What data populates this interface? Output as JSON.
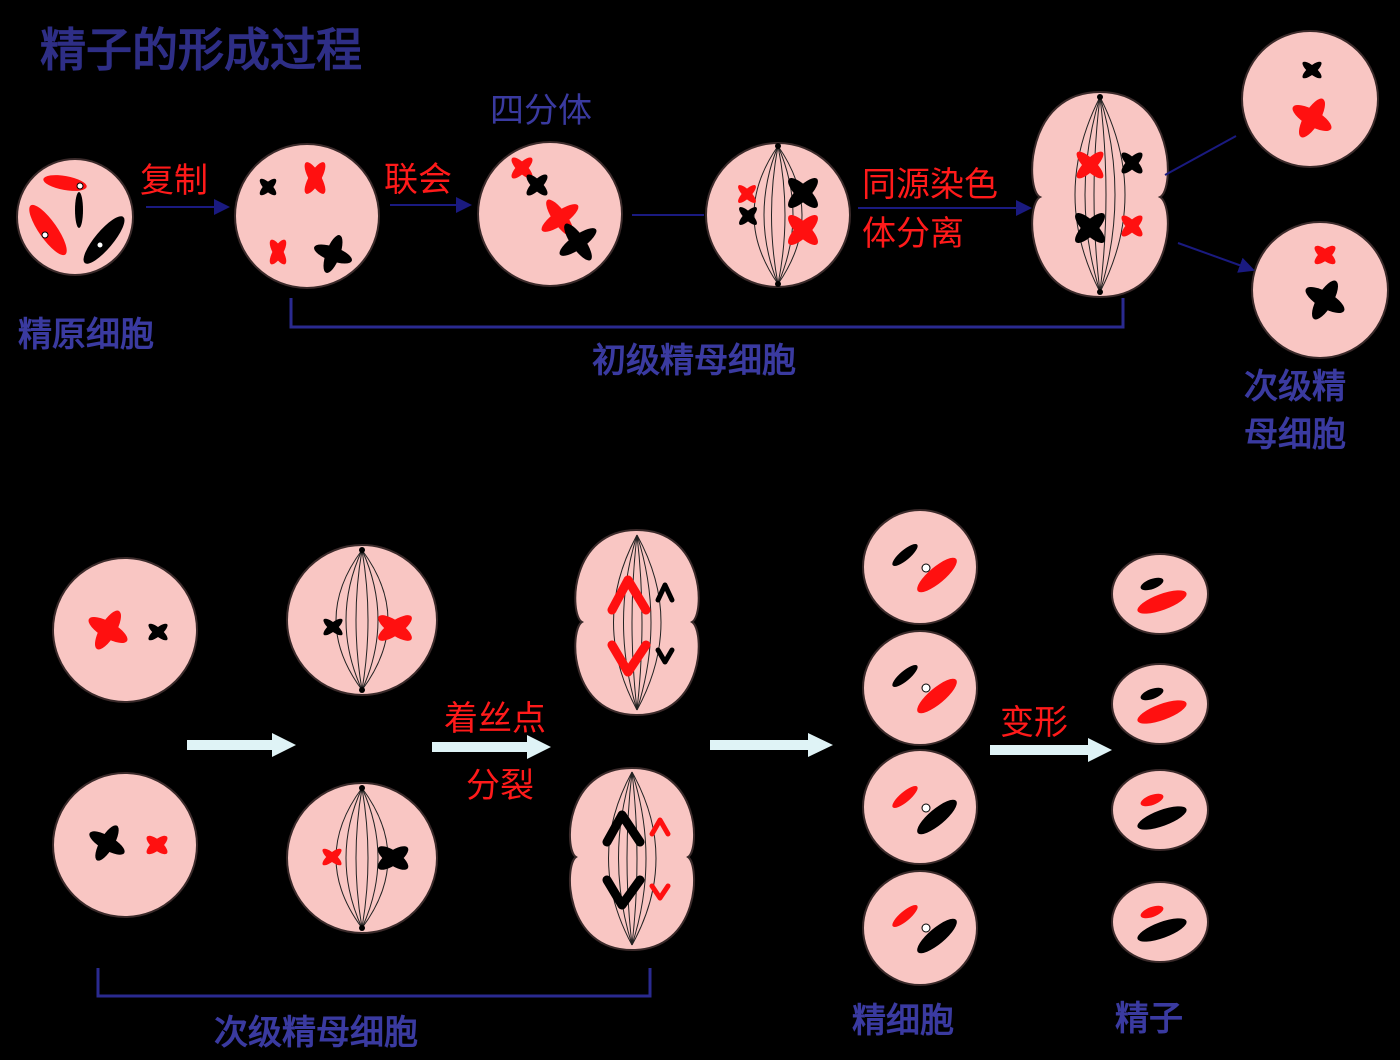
{
  "title": "精子的形成过程",
  "labels": {
    "tetrad": "四分体",
    "replication": "复制",
    "synapsis": "联会",
    "homolog_sep_1": "同源染色",
    "homolog_sep_2": "体分离",
    "spermatogonium": "精原细胞",
    "primary_spermatocyte": "初级精母细胞",
    "secondary_1": "次级精",
    "secondary_2": "母细胞",
    "centromere_1": "着丝点",
    "centromere_2": "分裂",
    "transform": "变形",
    "secondary_bottom": "次级精母细胞",
    "spermatid": "精细胞",
    "sperm": "精子"
  },
  "colors": {
    "background": "#000000",
    "cell_fill": "#f9c6c3",
    "heading": "#2e2e86",
    "blue_label": "#3a3aa0",
    "red_label": "#ff1a1a",
    "chromosome_red": "#ff1010",
    "chromosome_black": "#000000",
    "arrow_fill": "#dff3f6"
  }
}
